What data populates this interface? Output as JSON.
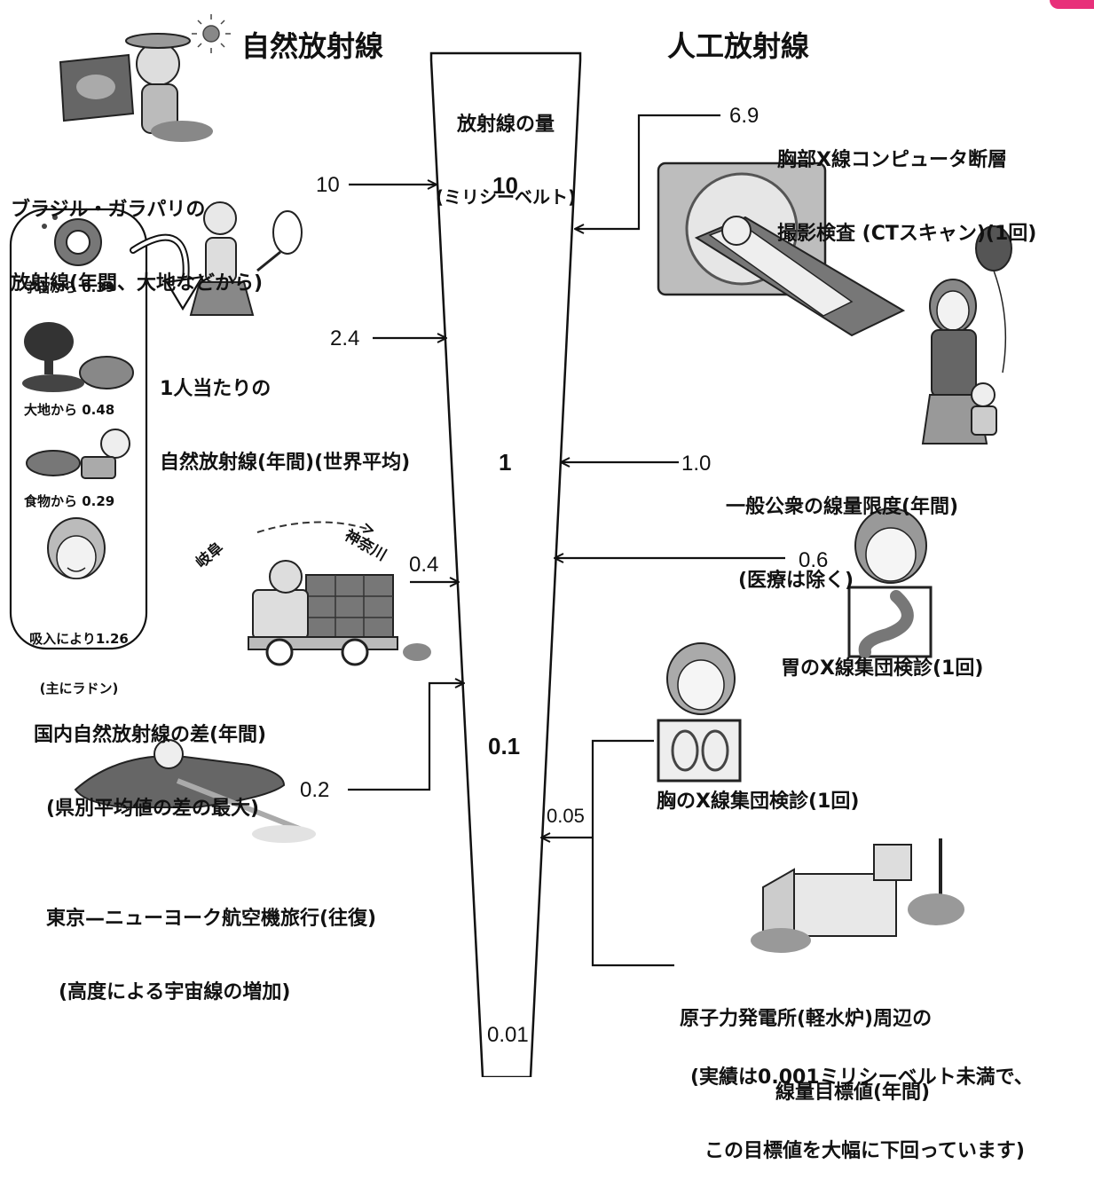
{
  "headings": {
    "natural": "自然放射線",
    "artificial": "人工放射線"
  },
  "scale": {
    "title_line1": "放射線の量",
    "title_line2": "(ミリシーベルト)",
    "ticks": [
      "10",
      "1",
      "0.1",
      "0.01"
    ]
  },
  "natural": {
    "brazil": {
      "line1": "ブラジル・ガラパリの",
      "line2": "放射線(年間、大地などから)",
      "value": "10"
    },
    "per_person": {
      "line1": "1人当たりの",
      "line2": "自然放射線(年間)(世界平均)",
      "value": "2.4"
    },
    "breakdown": {
      "space": "宇宙から 0.39",
      "ground": "大地から 0.48",
      "food": "食物から 0.29",
      "inhalation_line1": "吸入により1.26",
      "inhalation_line2": "(主にラドン)"
    },
    "domestic": {
      "from": "岐阜",
      "to": "神奈川",
      "value": "0.4",
      "line1": "国内自然放射線の差(年間)",
      "line2": "(県別平均値の差の最大)"
    },
    "flight": {
      "value": "0.2",
      "line1": "東京—ニューヨーク航空機旅行(往復)",
      "line2": "(高度による宇宙線の増加)"
    }
  },
  "artificial": {
    "ct": {
      "value": "6.9",
      "line1": "胸部X線コンピュータ断層",
      "line2": "撮影検査 (CTスキャン)(1回)"
    },
    "public_limit": {
      "value": "1.0",
      "line1": "一般公衆の線量限度(年間)",
      "line2": "(医療は除く)"
    },
    "stomach": {
      "value": "0.6",
      "label": "胃のX線集団検診(1回)"
    },
    "chest": {
      "value": "0.05",
      "label": "胸のX線集団検診(1回)"
    },
    "nuclear": {
      "line1": "原子力発電所(軽水炉)周辺の",
      "line2": "線量目標値(年間)",
      "line3": "(実績は0.001ミリシーベルト未満で、",
      "line4": "この目標値を大幅に下回っています)"
    }
  },
  "colors": {
    "ink": "#111111",
    "gray": "#9a9a9a",
    "light": "#d8d8d8",
    "accent": "#e8307a"
  }
}
